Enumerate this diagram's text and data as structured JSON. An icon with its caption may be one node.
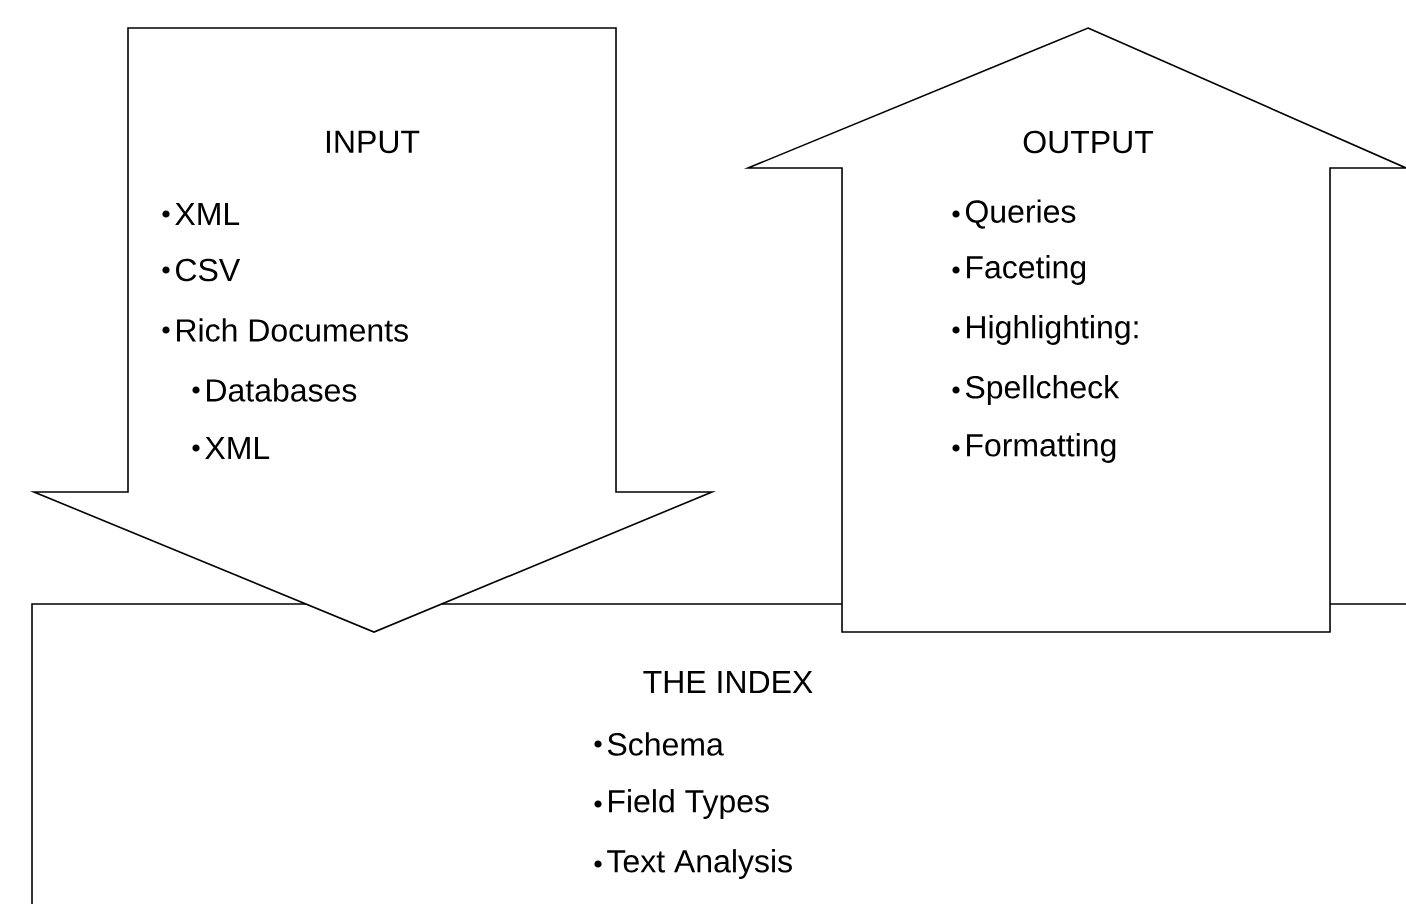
{
  "diagram": {
    "nodes": [
      {
        "text": [
          "INPUT",
          "XML",
          "CSV",
          "Rich Documents",
          "Databases",
          "XML"
        ]
      },
      {
        "text": [
          "OUTPUT",
          "Queries",
          "Faceting",
          "Highlighting:",
          "Spellcheck",
          "Formatting"
        ]
      },
      {
        "text": [
          "THE INDEX",
          "Schema",
          "Field Types",
          "Text Analysis"
        ]
      }
    ],
    "edges": []
  }
}
